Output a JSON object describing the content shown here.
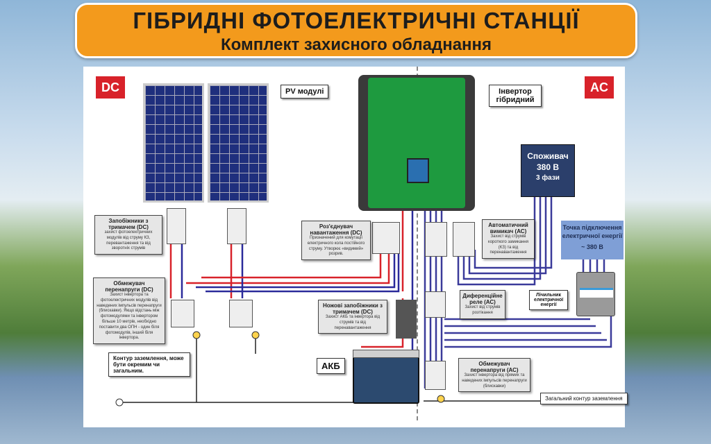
{
  "header": {
    "title": "ГІБРИДНІ ФОТОЕЛЕКТРИЧНІ СТАНЦІЇ",
    "subtitle": "Комплект захисного обладнання"
  },
  "badges": {
    "dc": "DC",
    "ac": "AC"
  },
  "labels": {
    "pv": "PV модулі",
    "inverter": "Інвертор гібридний",
    "battery": "АКБ",
    "meter": "Лічильник електричної енергії",
    "ground_loop": "Контур заземлення, може бути окремим чи загальним.",
    "common_ground": "Загальний контур заземлення"
  },
  "consumer": {
    "title": "Споживач",
    "voltage": "380 В",
    "phases": "3 фази"
  },
  "grid": {
    "title": "Точка підключення електричної енергії",
    "voltage": "~ 380 В"
  },
  "callouts": [
    {
      "title": "Запобіжники з тримачем (DC)",
      "text": "захист фотоелектричних модулів від струму КЗ, перевантаження та від зворотніх струмів"
    },
    {
      "title": "Обмежувач перенапруги (DC)",
      "text": "Захист інвертора та фотоелектричних модулів від наведених імпульсів перенапруги (блискавки). Якщо відстань між фотомодулями та інвертором більше 10 метрів, необхідно поставити два ОПН - один біля фотомодулів, інший біля інвертора."
    },
    {
      "title": "Роз'єднувач навантаження (DC)",
      "text": "Призначений для комутації електричного кола постійного струму. Утворює «видимий» розрив."
    },
    {
      "title": "Ножові запобіжники з тримачем (DC)",
      "text": "Захист АКБ та інвертора від струмів та від перенавантаження"
    },
    {
      "title": "Автоматичний вимикач (АС)",
      "text": "Захист від струмів короткого замикання (КЗ) та від перенавантаження"
    },
    {
      "title": "Диференційне реле (АС)",
      "text": "Захист від струмів розтікання"
    },
    {
      "title": "Обмежувач перенапруги (АС)",
      "text": "Захист інвертора від прямих та наведених імпульсів перенапруги (блискавки)"
    }
  ]
}
